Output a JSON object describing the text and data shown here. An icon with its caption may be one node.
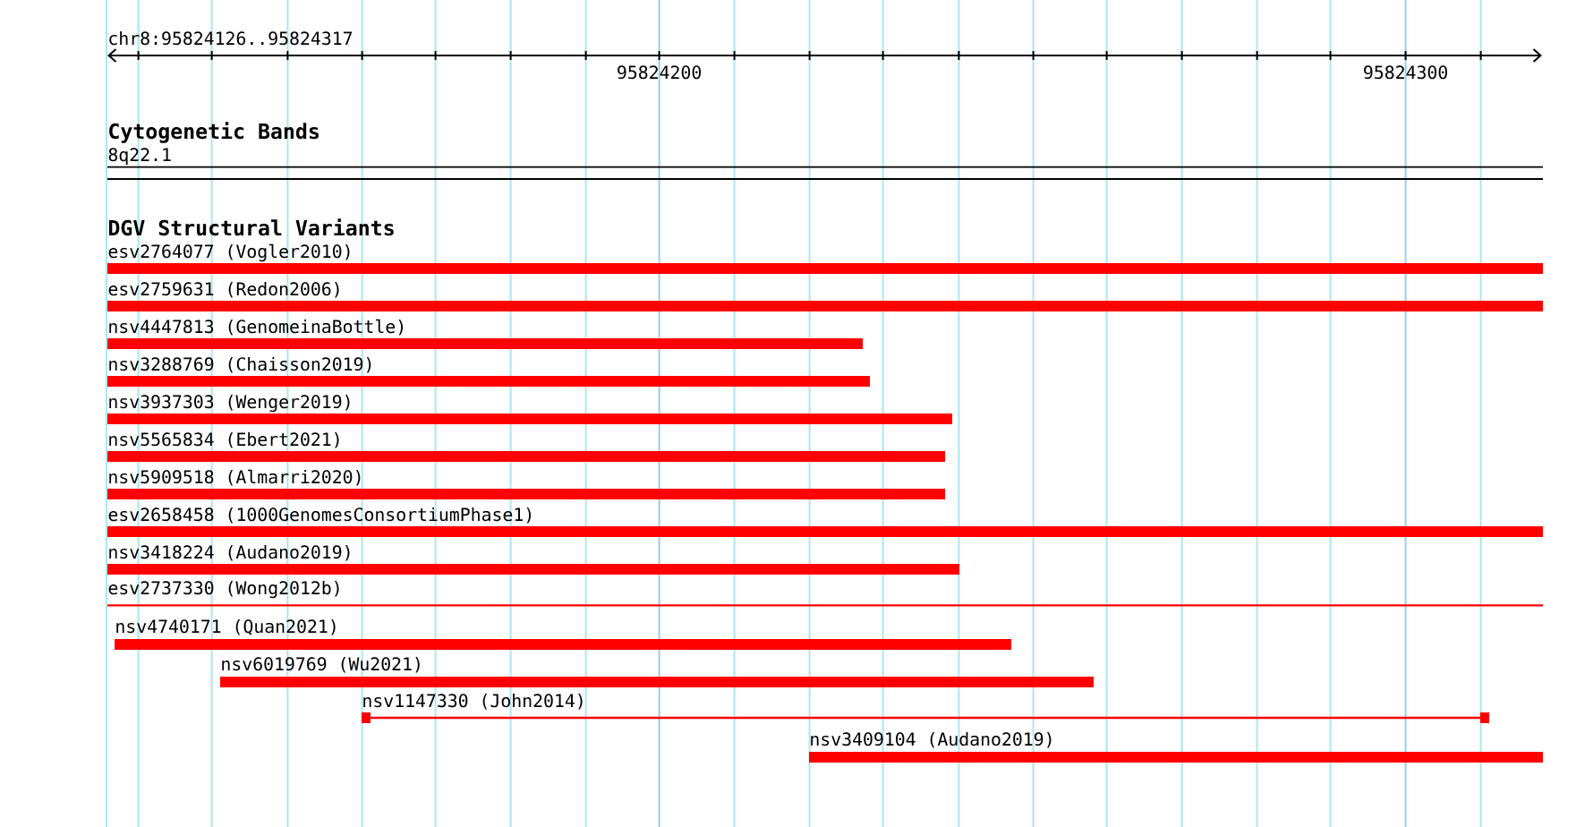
{
  "diagram": {
    "nodes": [
      {
        "text": [
          "8q22.1"
        ]
      },
      {
        "text": [
          "esv2764077 (Vogler2010)"
        ]
      },
      {
        "text": [
          "esv2759631 (Redon2006)"
        ]
      },
      {
        "text": [
          "nsv4447813 (GenomeinaBottle)"
        ]
      },
      {
        "text": [
          "nsv3288769 (Chaisson2019)"
        ]
      },
      {
        "text": [
          "nsv3937303 (Wenger2019)"
        ]
      },
      {
        "text": [
          "nsv5565834 (Ebert2021)"
        ]
      },
      {
        "text": [
          "nsv5909518 (Almarri2020)"
        ]
      },
      {
        "text": [
          "esv2658458 (1000GenomesConsortiumPhase1)"
        ]
      },
      {
        "text": [
          "nsv3418224 (Audano2019)"
        ]
      },
      {
        "text": [
          "esv2737330 (Wong2012b)"
        ]
      },
      {
        "text": [
          "nsv4740171 (Quan2021)"
        ]
      },
      {
        "text": [
          "nsv6019769 (Wu2021)"
        ]
      },
      {
        "text": [
          "nsv1147330 (John2014)"
        ]
      },
      {
        "text": [
          "nsv3409104 (Audano2019)"
        ]
      }
    ],
    "labels": [
      "chr8:95824126..95824317",
      "95824200",
      "95824300",
      "Cytogenetic Bands",
      "DGV Structural Variants"
    ]
  }
}
